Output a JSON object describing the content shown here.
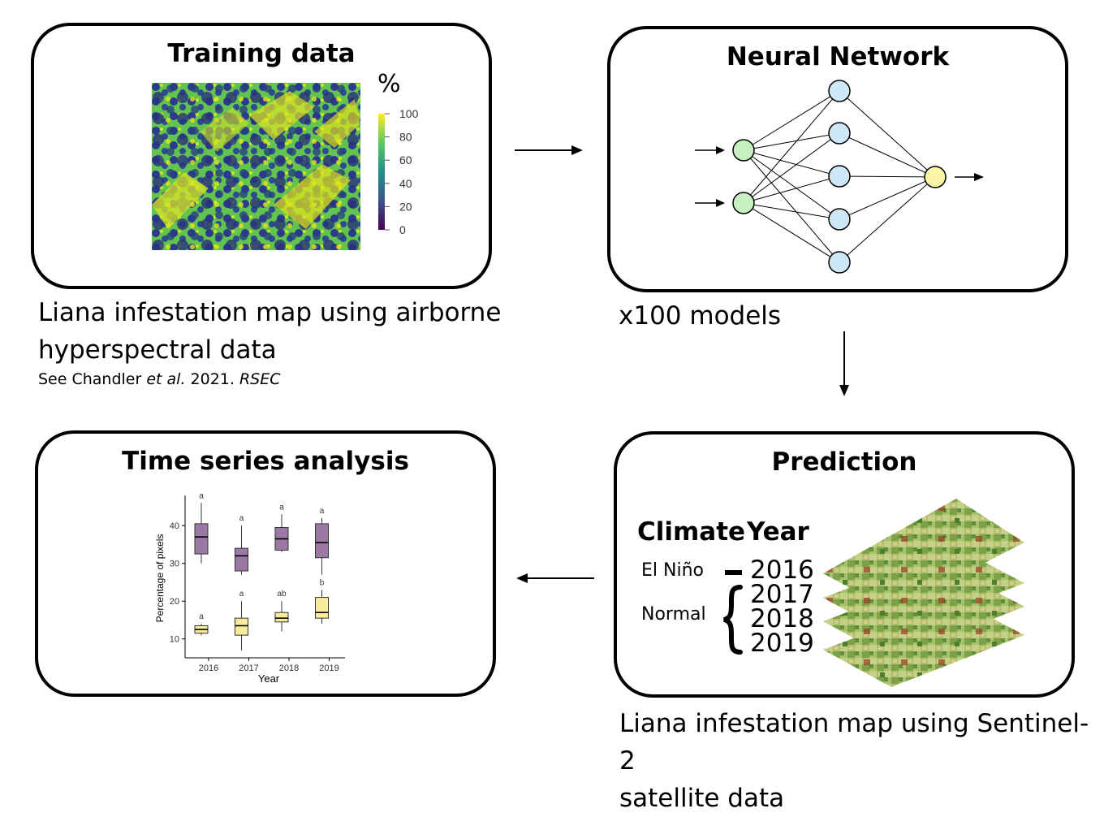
{
  "training": {
    "title": "Training data",
    "legend_unit": "%",
    "legend_ticks": [
      "100",
      "80",
      "60",
      "40",
      "20",
      "0"
    ],
    "caption_line1": "Liana infestation map using airborne",
    "caption_line2": "hyperspectral data",
    "ref_prefix": "See Chandler ",
    "ref_etal": "et al.",
    "ref_year": " 2021. ",
    "ref_journal": "RSEC"
  },
  "network": {
    "title": "Neural Network",
    "caption": "x100 models",
    "colors": {
      "input": "#c6f0c0",
      "hidden": "#cfe8f7",
      "output": "#fbf5a6"
    }
  },
  "prediction": {
    "title": "Prediction",
    "col_climate": "Climate",
    "col_year": "Year",
    "climate_elnino": "El Niño",
    "climate_normal": "Normal",
    "years": [
      "2016",
      "2017",
      "2018",
      "2019"
    ],
    "caption_line1": "Liana infestation map using Sentinel-2",
    "caption_line2": "satellite data"
  },
  "timeseries": {
    "title": "Time series analysis"
  },
  "chart_data": {
    "type": "box",
    "xlabel": "Year",
    "ylabel": "Percentage of pixels",
    "categories": [
      "2016",
      "2017",
      "2018",
      "2019"
    ],
    "yticks": [
      10,
      20,
      30,
      40
    ],
    "ylim": [
      5,
      48
    ],
    "series": [
      {
        "color": "#9c79a4",
        "boxes": [
          {
            "min": 30,
            "q1": 32.5,
            "median": 37,
            "q3": 40.5,
            "max": 46,
            "letter": "a"
          },
          {
            "min": 27,
            "q1": 28,
            "median": 32,
            "q3": 34,
            "max": 40,
            "letter": "a"
          },
          {
            "min": 33,
            "q1": 33.5,
            "median": 36.5,
            "q3": 39.5,
            "max": 43,
            "letter": "a"
          },
          {
            "min": 27,
            "q1": 31.5,
            "median": 35.5,
            "q3": 40.5,
            "max": 42,
            "letter": "a"
          }
        ]
      },
      {
        "color": "#f7ec9c",
        "boxes": [
          {
            "min": 11,
            "q1": 11.5,
            "median": 12.5,
            "q3": 13.5,
            "max": 14,
            "letter": "a"
          },
          {
            "min": 7,
            "q1": 11,
            "median": 13.5,
            "q3": 15.5,
            "max": 20,
            "letter": "a"
          },
          {
            "min": 12,
            "q1": 14.5,
            "median": 15.5,
            "q3": 17,
            "max": 20,
            "letter": "ab"
          },
          {
            "min": 14,
            "q1": 15.5,
            "median": 17,
            "q3": 21,
            "max": 23,
            "letter": "b"
          }
        ]
      }
    ]
  }
}
